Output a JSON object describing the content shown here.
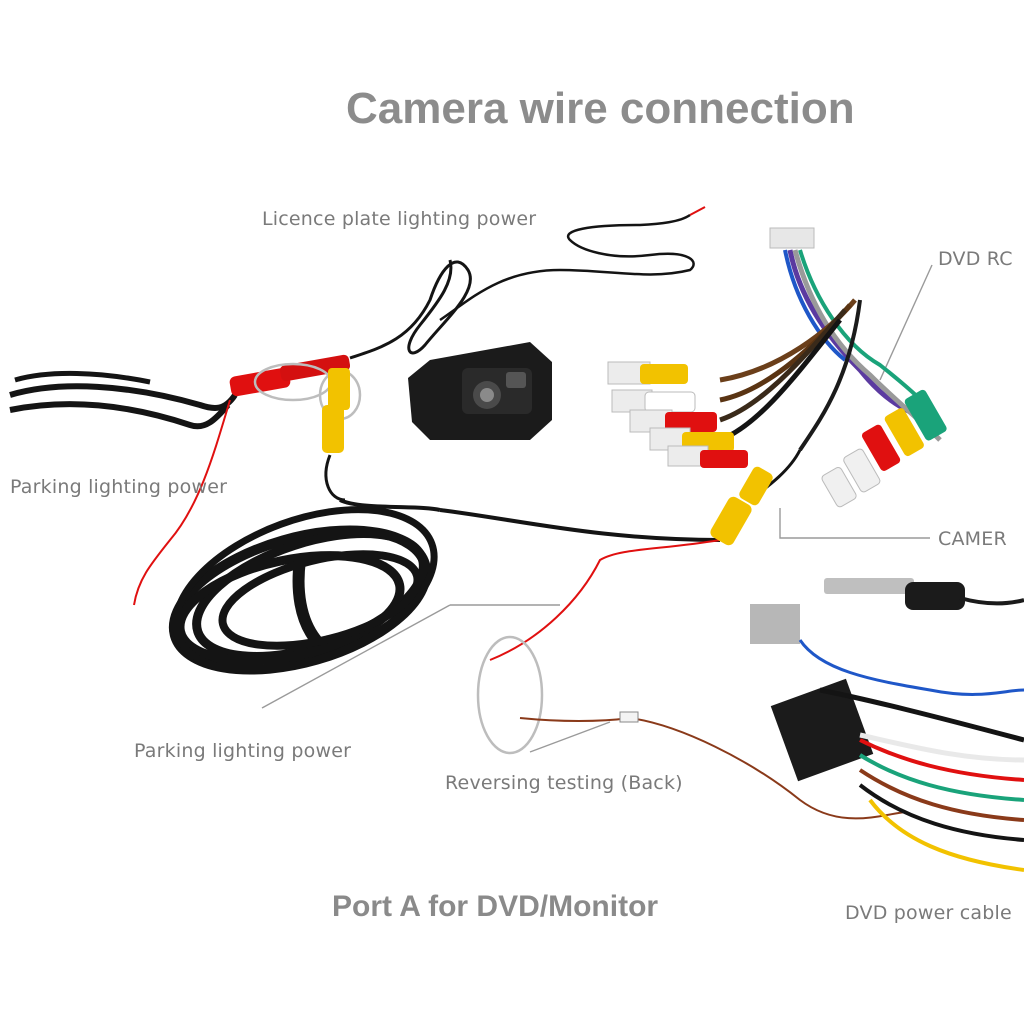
{
  "title": "Camera wire connection",
  "labels": {
    "licence_plate": "Licence plate lighting power",
    "parking_top": "Parking lighting power",
    "parking_bottom": "Parking lighting power",
    "dvd_rca": "DVD RC",
    "camera": "CAMER",
    "reversing": "Reversing testing (Back)",
    "dvd_power": "DVD power cable"
  },
  "footer": "Port A  for  DVD/Monitor",
  "colors": {
    "label": "#7a7a7a",
    "title": "#8c8c8c",
    "cable": "#141414",
    "red": "#e01010",
    "yellow": "#f2c200",
    "white_plug": "#eeeeee",
    "green_plug": "#1aa37a",
    "brown_wire": "#8a3a1a"
  }
}
